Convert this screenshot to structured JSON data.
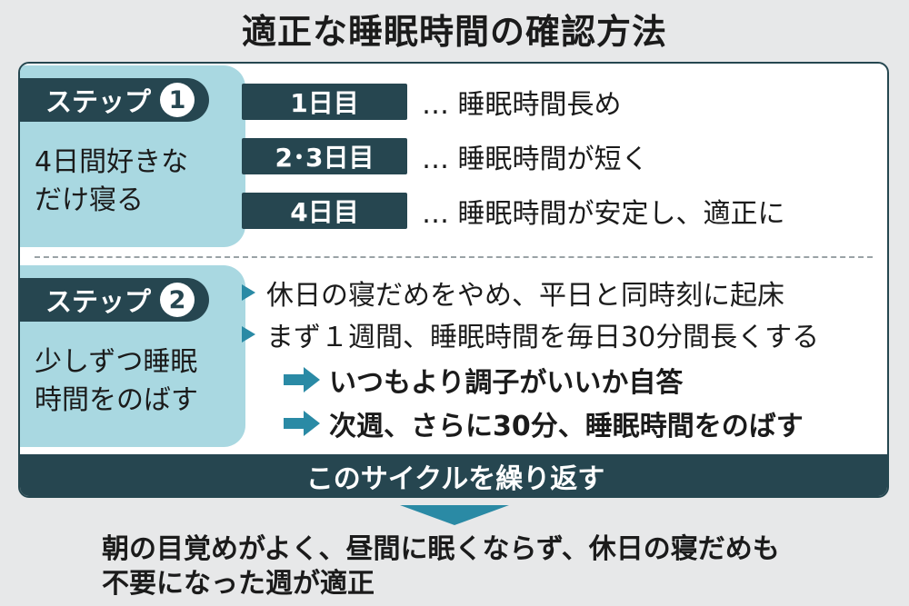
{
  "title": "適正な睡眠時間の確認方法",
  "step1": {
    "label": "ステップ",
    "number": "1",
    "desc_line1": "4日間好きな",
    "desc_line2": "だけ寝る",
    "rows": [
      {
        "day": "1日目",
        "text": "…  睡眠時間長め"
      },
      {
        "day": "2･3日目",
        "text": "…  睡眠時間が短く"
      },
      {
        "day": "4日目",
        "text": "…  睡眠時間が安定し、適正に"
      }
    ]
  },
  "step2": {
    "label": "ステップ",
    "number": "2",
    "desc_line1": "少しずつ睡眠",
    "desc_line2": "時間をのばす",
    "bullets": [
      "休日の寝だめをやめ、平日と同時刻に起床",
      "まず１週間、睡眠時間を毎日30分間長くする"
    ],
    "arrows": [
      "いつもより調子がいいか自答",
      "次週、さらに30分、睡眠時間をのばす"
    ]
  },
  "cycle": "このサイクルを繰り返す",
  "conclusion_line1": "朝の目覚めがよく、昼間に眠くならず、休日の寝だめも",
  "conclusion_line2": "不要になった週が適正",
  "colors": {
    "dark": "#264650",
    "light": "#a9d8e1",
    "accent": "#2a8aa5"
  }
}
